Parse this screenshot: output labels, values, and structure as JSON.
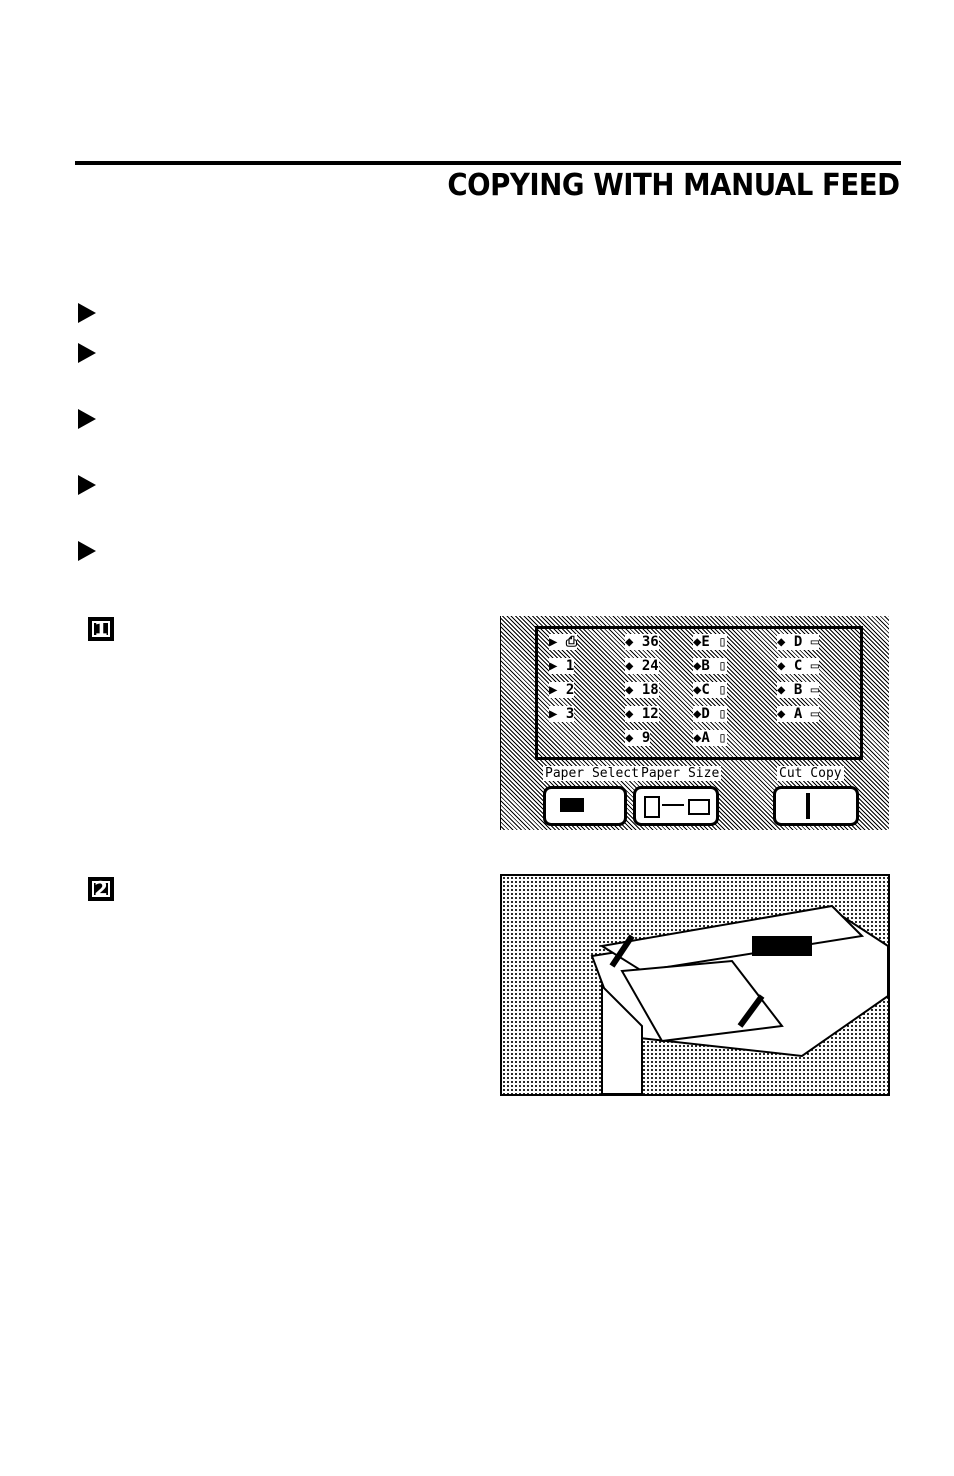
{
  "page": {
    "title": "COPYING WITH MANUAL FEED"
  },
  "bullets": [
    {
      "icon": "triangle-right-icon"
    },
    {
      "icon": "triangle-right-icon"
    },
    {
      "icon": "triangle-right-icon"
    },
    {
      "icon": "triangle-right-icon"
    },
    {
      "icon": "triangle-right-icon"
    }
  ],
  "steps": [
    {
      "number": "1"
    },
    {
      "number": "2"
    }
  ],
  "figure1": {
    "col1": [
      "▶ ⎙",
      "▶ 1",
      "▶ 2",
      "▶ 3"
    ],
    "col2": [
      "◆ 36",
      "◆ 24",
      "◆ 18",
      "◆ 12",
      "◆ 9"
    ],
    "col3": [
      "◆E ▯",
      "◆B ▯",
      "◆C ▯",
      "◆D ▯",
      "◆A ▯"
    ],
    "col4": [
      "◆ D ▭",
      "◆ C ▭",
      "◆ B ▭",
      "◆ A ▭"
    ],
    "label_paper_select": "Paper Select",
    "label_paper_size": "Paper Size",
    "label_cut_copy": "Cut Copy"
  }
}
